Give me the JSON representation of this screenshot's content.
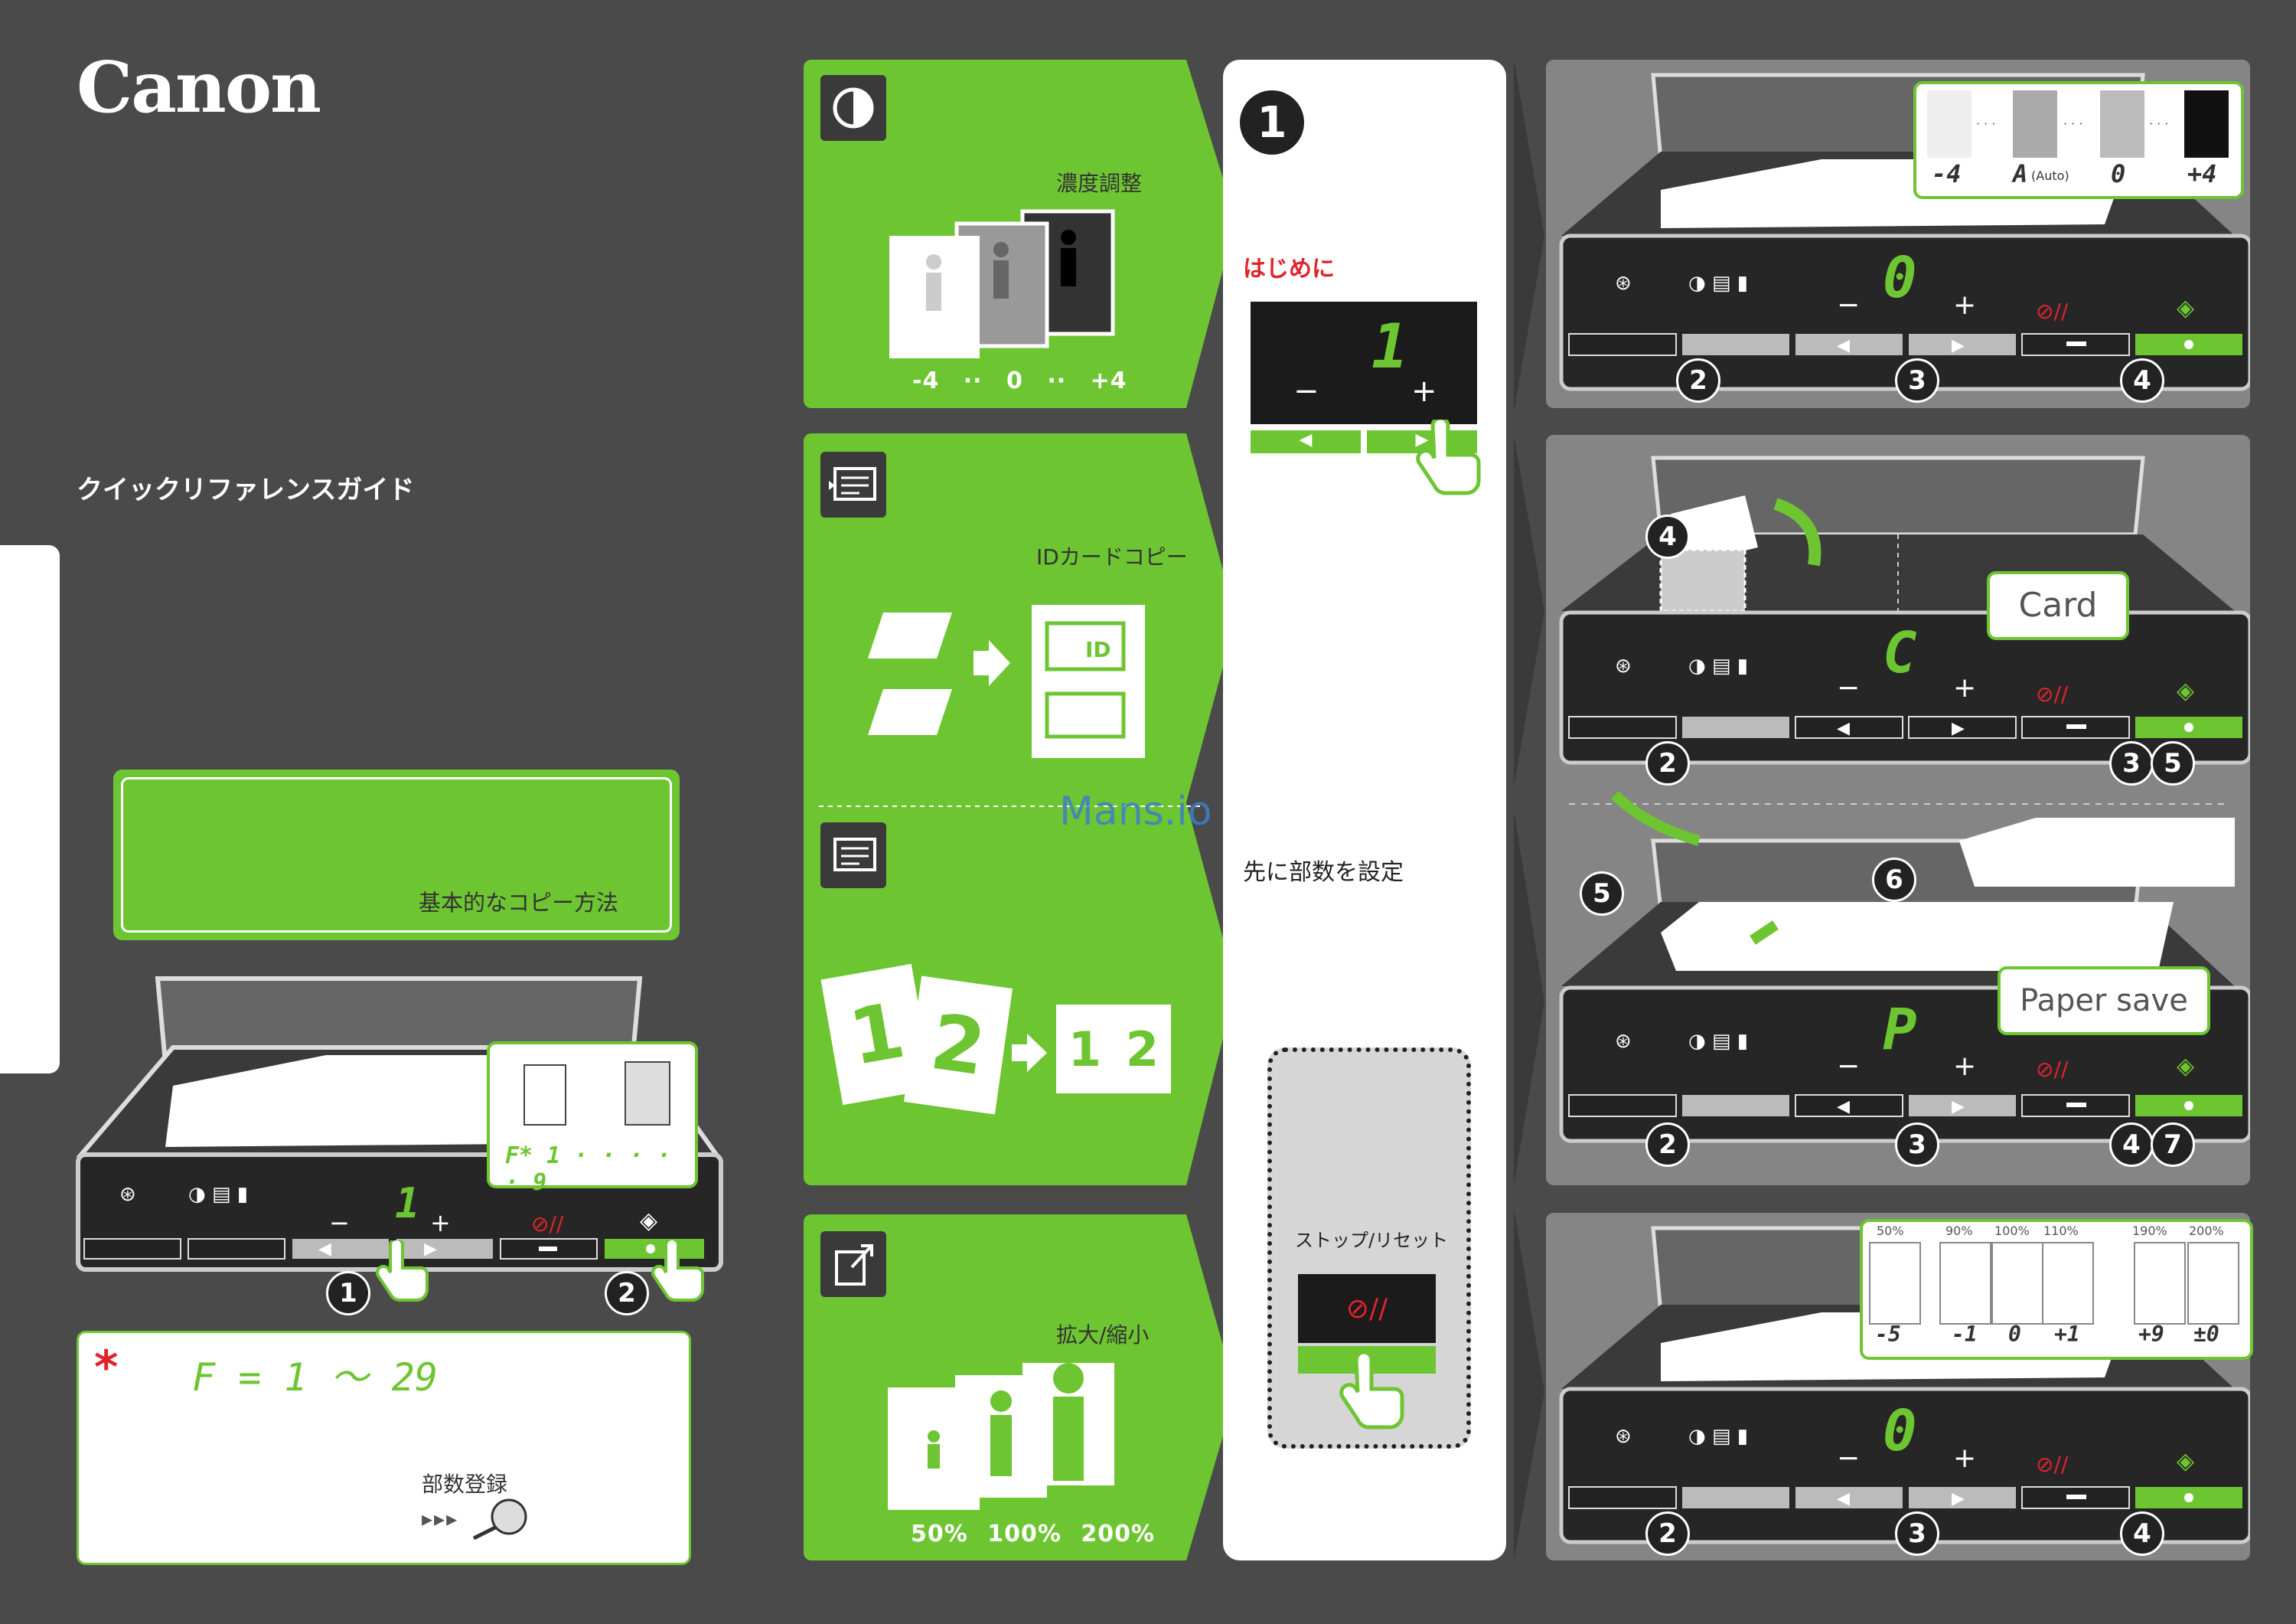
{
  "brand": {
    "logo": "Canon"
  },
  "cover": {
    "title": "クイックリファレンスガイド",
    "basic_copy_label": "基本的なコピー方法",
    "panel_count_display": "1",
    "copies_bubble": "F* 1 · · · · · 9",
    "note": {
      "asterisk": "*",
      "formula": "F = 1 ～ 29",
      "label": "部数登録",
      "arrows": "▸▸▸"
    },
    "step_labels": [
      "1",
      "2"
    ]
  },
  "features": {
    "density": {
      "label": "濃度調整",
      "scale": [
        "-4",
        "··",
        "0",
        "··",
        "+4"
      ]
    },
    "id_card": {
      "label": "IDカードコピー",
      "id_text": "ID"
    },
    "two_on_one": {
      "pages": [
        "1",
        "2"
      ],
      "result": [
        "1",
        "2"
      ]
    },
    "zoom": {
      "label": "拡大/縮小",
      "scale": [
        "50%",
        "100%",
        "200%"
      ]
    }
  },
  "intro_card": {
    "step": "1",
    "first_label": "はじめに",
    "display_value": "1",
    "minus": "−",
    "plus": "+",
    "set_copies_first": "先に部数を設定",
    "stop_reset": "ストップ/リセット"
  },
  "panels": {
    "minus": "−",
    "plus": "+",
    "density": {
      "display": "0",
      "levels": [
        "-4",
        "A",
        "0",
        "+4"
      ],
      "auto_note": "(Auto)",
      "dots": "· · ·",
      "steps": [
        "2",
        "3",
        "4"
      ]
    },
    "card": {
      "display": "C",
      "bubble": "Card",
      "steps": [
        "4",
        "2",
        "3",
        "5"
      ]
    },
    "paper_save": {
      "display": "P",
      "bubble": "Paper save",
      "steps": [
        "5",
        "6",
        "2",
        "3",
        "4",
        "7"
      ]
    },
    "zoom": {
      "display": "0",
      "percents": [
        "50%",
        "90%",
        "100%",
        "110%",
        "190%",
        "200%"
      ],
      "codes": [
        "-5",
        "-1",
        "0",
        "+1",
        "+9",
        "±0"
      ],
      "steps": [
        "2",
        "3",
        "4"
      ]
    }
  },
  "watermark": "Mans.io",
  "colors": {
    "accent": "#6ec532",
    "background": "#4a4a4a",
    "stop_red": "#e0232b"
  }
}
